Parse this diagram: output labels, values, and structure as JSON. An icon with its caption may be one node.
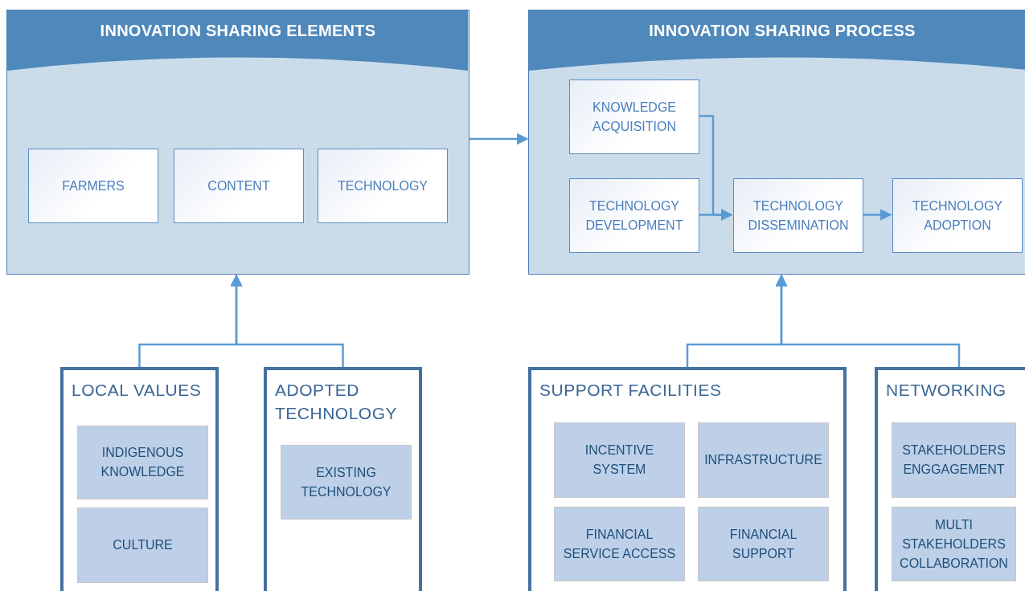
{
  "diagram": {
    "nodes": [
      {
        "text": [
          "INNOVATION SHARING ELEMENTS"
        ]
      },
      {
        "text": [
          "FARMERS"
        ],
        "in": 0
      },
      {
        "text": [
          "CONTENT"
        ],
        "in": 0
      },
      {
        "text": [
          "TECHNOLOGY"
        ],
        "in": 0
      },
      {
        "text": [
          "INNOVATION SHARING PROCESS"
        ]
      },
      {
        "text": [
          "KNOWLEDGE ACQUISITION"
        ],
        "in": 4
      },
      {
        "text": [
          "TECHNOLOGY DEVELOPMENT"
        ],
        "in": 4
      },
      {
        "text": [
          "TECHNOLOGY DISSEMINATION"
        ],
        "in": 4
      },
      {
        "text": [
          "TECHNOLOGY ADOPTION"
        ],
        "in": 4
      },
      {
        "text": [
          "LOCAL VALUES"
        ]
      },
      {
        "text": [
          "INDIGENOUS KNOWLEDGE"
        ],
        "in": 9
      },
      {
        "text": [
          "CULTURE"
        ],
        "in": 9
      },
      {
        "text": [
          "ADOPTED TECHNOLOGY"
        ]
      },
      {
        "text": [
          "EXISTING TECHNOLOGY"
        ],
        "in": 12
      },
      {
        "text": [
          "SUPPORT FACILITIES"
        ]
      },
      {
        "text": [
          "INCENTIVE SYSTEM"
        ],
        "in": 14
      },
      {
        "text": [
          "INFRASTRUCTURE"
        ],
        "in": 14
      },
      {
        "text": [
          "FINANCIAL SERVICE ACCESS"
        ],
        "in": 14
      },
      {
        "text": [
          "FINANCIAL SUPPORT"
        ],
        "in": 14
      },
      {
        "text": [
          "NETWORKING"
        ]
      },
      {
        "text": [
          "STAKEHOLDERS ENGGAGEMENT"
        ],
        "in": 19
      },
      {
        "text": [
          "MULTI STAKEHOLDERS COLLABORATION"
        ],
        "in": 19
      }
    ],
    "edges": [
      {
        "from": 0,
        "to": 4,
        "arrow": "to"
      },
      {
        "from": 5,
        "to": 7,
        "arrow": "to"
      },
      {
        "from": 6,
        "to": 7,
        "arrow": "to"
      },
      {
        "from": 7,
        "to": 8,
        "arrow": "to"
      },
      {
        "from": 9,
        "to": 0,
        "arrow": "to"
      },
      {
        "from": 12,
        "to": 0,
        "arrow": "to"
      },
      {
        "from": 14,
        "to": 4,
        "arrow": "to"
      },
      {
        "from": 19,
        "to": 4,
        "arrow": "to"
      }
    ]
  }
}
